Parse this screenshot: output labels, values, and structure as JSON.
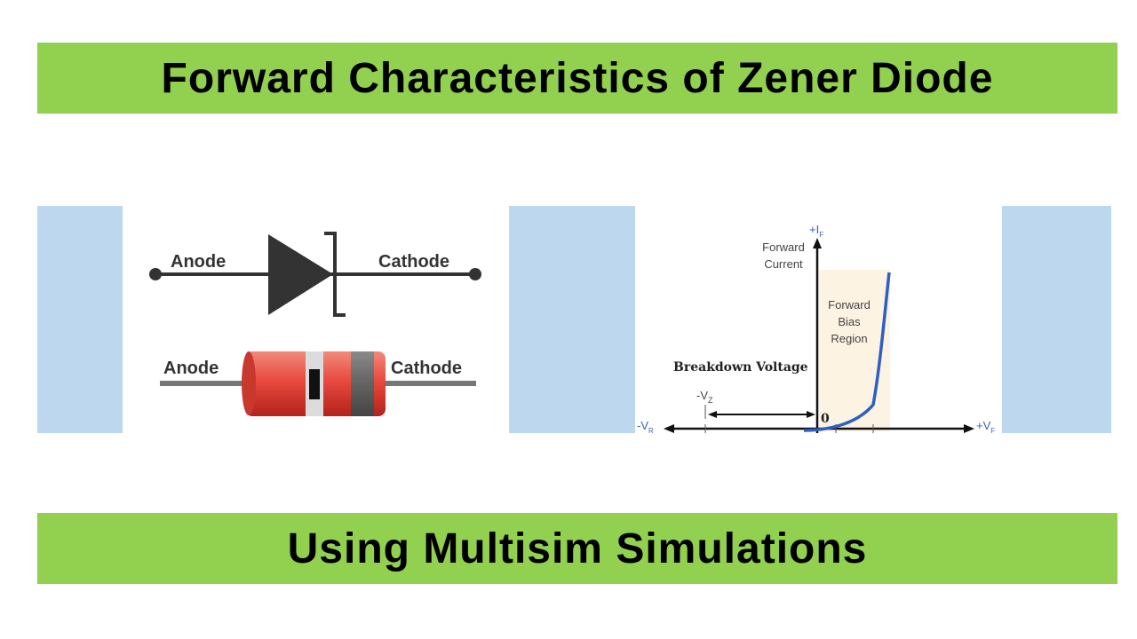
{
  "title": "Forward Characteristics of Zener Diode",
  "subtitle": "Using Multisim Simulations",
  "symbol_diagram": {
    "anode_label": "Anode",
    "cathode_label": "Cathode"
  },
  "component_diagram": {
    "anode_label": "Anode",
    "cathode_label": "Cathode"
  },
  "characteristic_graph": {
    "y_axis_label": "+I",
    "y_axis_subscript": "F",
    "y_axis_caption_line1": "Forward",
    "y_axis_caption_line2": "Current",
    "region_line1": "Forward",
    "region_line2": "Bias",
    "region_line3": "Region",
    "breakdown_label": "Breakdown Voltage",
    "vz_label": "-V",
    "vz_subscript": "Z",
    "origin_label": "0",
    "neg_x_label": "-V",
    "neg_x_subscript": "R",
    "pos_x_label": "+V",
    "pos_x_subscript": "F"
  },
  "colors": {
    "banner": "#92d050",
    "panel": "#bdd7ee",
    "curve": "#2e5fc4"
  }
}
